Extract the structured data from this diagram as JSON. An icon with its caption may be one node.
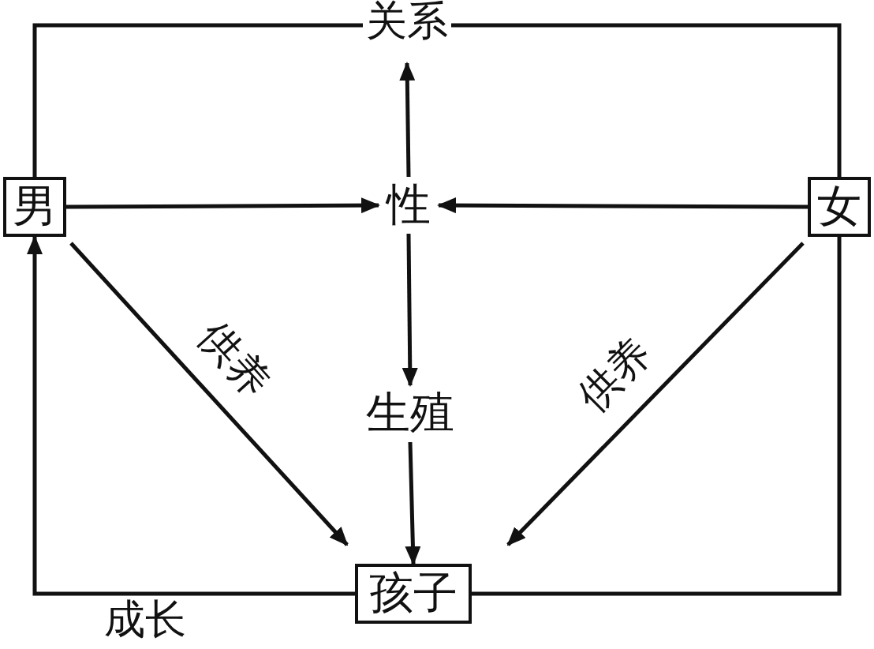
{
  "diagram": {
    "nodes": [
      {
        "text": [
          "男"
        ]
      },
      {
        "text": [
          "性"
        ]
      },
      {
        "text": [
          "女"
        ]
      },
      {
        "text": [
          "生殖"
        ]
      },
      {
        "text": [
          "孩子"
        ]
      }
    ],
    "edges": [
      {
        "from": 0,
        "to": 2,
        "arrow": "none",
        "label": "关系"
      },
      {
        "from": 1,
        "to": null,
        "arrow": "to"
      },
      {
        "from": 0,
        "to": 1,
        "arrow": "to"
      },
      {
        "from": 2,
        "to": 1,
        "arrow": "to"
      },
      {
        "from": 1,
        "to": 3,
        "arrow": "to"
      },
      {
        "from": 3,
        "to": 4,
        "arrow": "to"
      },
      {
        "from": 0,
        "to": 4,
        "arrow": "to",
        "label": "供养"
      },
      {
        "from": 2,
        "to": 4,
        "arrow": "to",
        "label": "供养"
      },
      {
        "from": 4,
        "to": 0,
        "arrow": "to",
        "label": "成长"
      },
      {
        "from": 4,
        "to": 2,
        "arrow": "none"
      }
    ]
  }
}
